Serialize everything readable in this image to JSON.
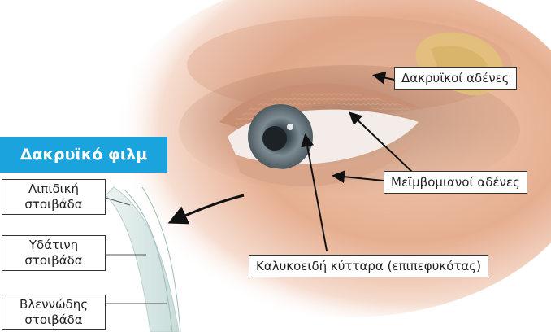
{
  "tear_film_title": "Δακρυϊκό φιλμ",
  "layers": [
    {
      "line1": "Λιπιδική",
      "line2": "στοιβάδα"
    },
    {
      "line1": "Υδάτινη",
      "line2": "στοιβάδα"
    },
    {
      "line1": "Βλεννώδης",
      "line2": "στοιβάδα"
    }
  ],
  "callouts": {
    "lacrimal_glands": "Δακρυϊκοί αδένες",
    "meibomian_glands": "Μεϊμβομιανοί αδένες",
    "goblet_cells": "Καλυκοειδή κύτταρα (επιπεφυκότας)"
  },
  "colors": {
    "title_bg": "#1aa3dc",
    "skin": "#e8b89a",
    "gland": "#e2c27a"
  }
}
